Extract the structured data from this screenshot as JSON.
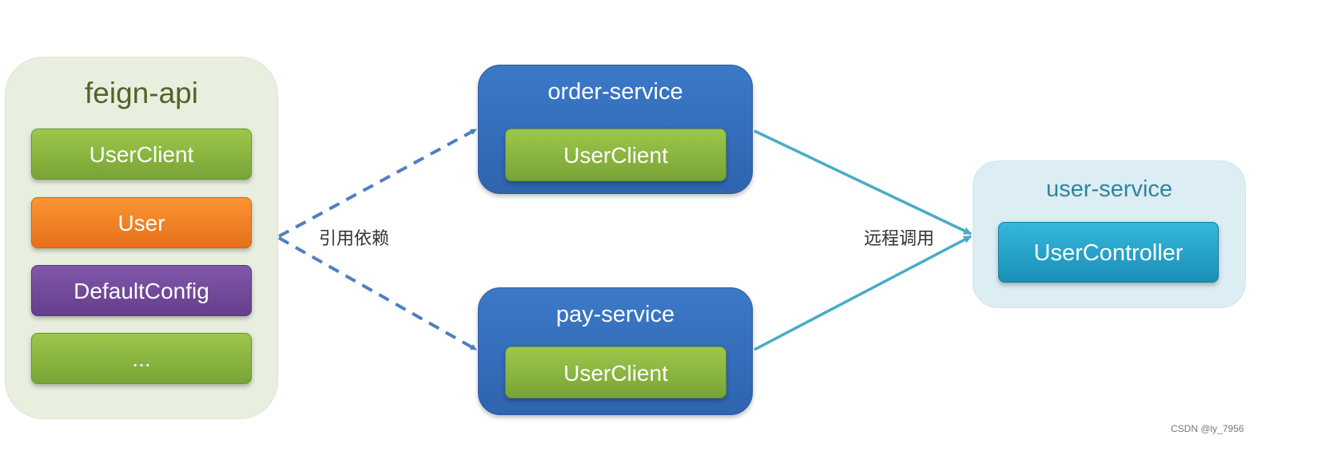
{
  "diagram": {
    "groups": {
      "feign_api": {
        "title": "feign-api",
        "items": [
          "UserClient",
          "User",
          "DefaultConfig",
          "..."
        ]
      },
      "order_service": {
        "title": "order-service",
        "item": "UserClient"
      },
      "pay_service": {
        "title": "pay-service",
        "item": "UserClient"
      },
      "user_service": {
        "title": "user-service",
        "item": "UserController"
      }
    },
    "edges": [
      {
        "from": "feign-api",
        "to": "order-service",
        "label": "引用依赖",
        "style": "dashed"
      },
      {
        "from": "feign-api",
        "to": "pay-service",
        "label": "引用依赖",
        "style": "dashed"
      },
      {
        "from": "order-service",
        "to": "user-service",
        "label": "远程调用",
        "style": "solid"
      },
      {
        "from": "pay-service",
        "to": "user-service",
        "label": "远程调用",
        "style": "solid"
      }
    ],
    "labels": {
      "dependency": "引用依赖",
      "remote_call": "远程调用"
    },
    "colors": {
      "dependency_edge": "#4f7fc1",
      "remote_edge": "#48abc7"
    }
  },
  "watermark": "CSDN @ly_7956"
}
